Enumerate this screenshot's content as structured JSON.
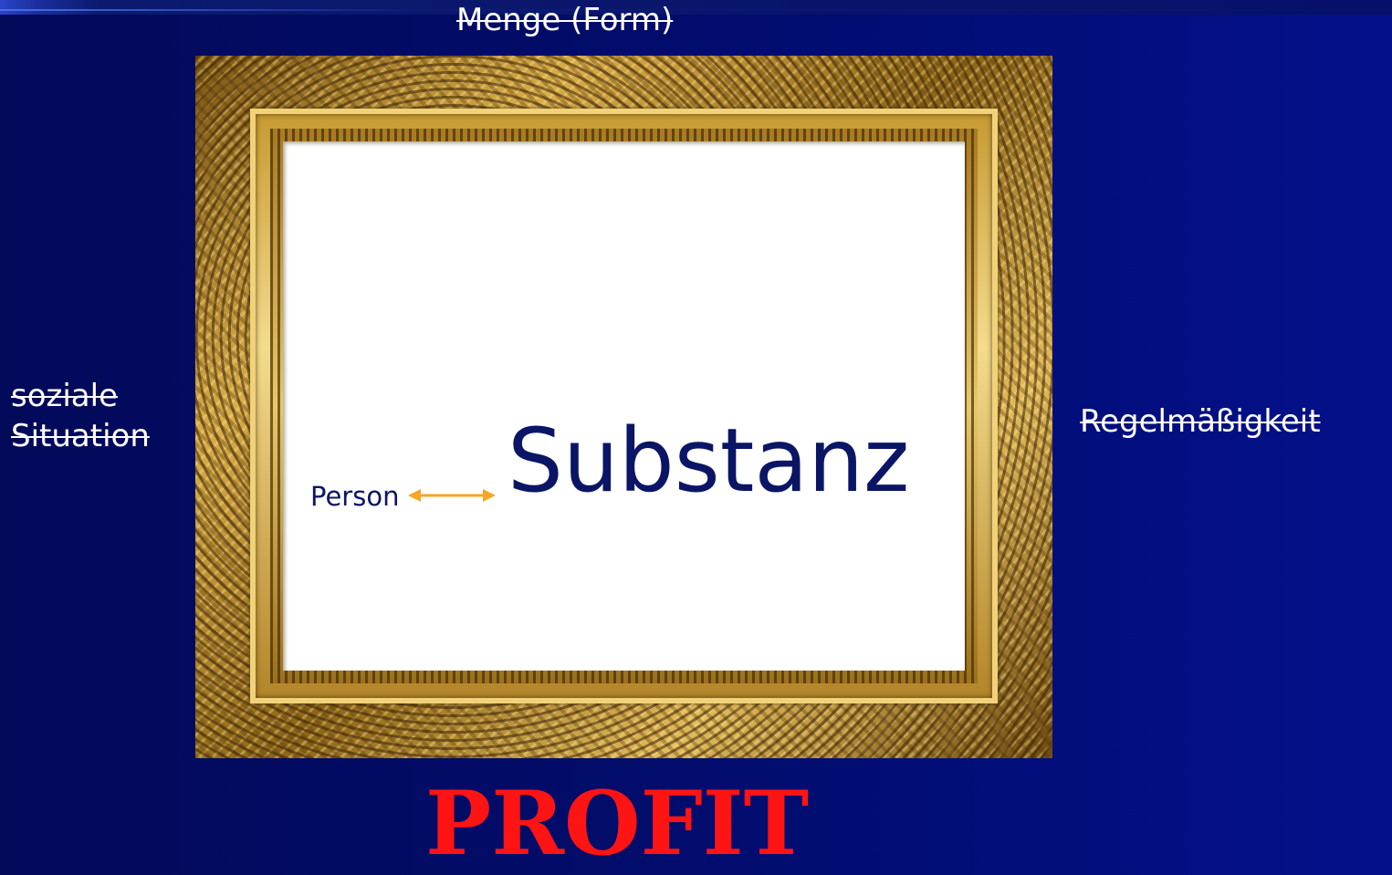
{
  "slide": {
    "background_color": "#03108a",
    "labels": {
      "menge": "Menge (Form)",
      "soziale_line1": "soziale",
      "soziale_line2": "Situation",
      "regel": "Regelmäßigkeit"
    },
    "frame": {
      "center_word": "Substanz",
      "side_word": "Person",
      "arrow_color": "#f5a623",
      "text_color": "#0a1566"
    },
    "footer": {
      "profit": "PROFIT",
      "profit_color": "#ff1414"
    }
  }
}
